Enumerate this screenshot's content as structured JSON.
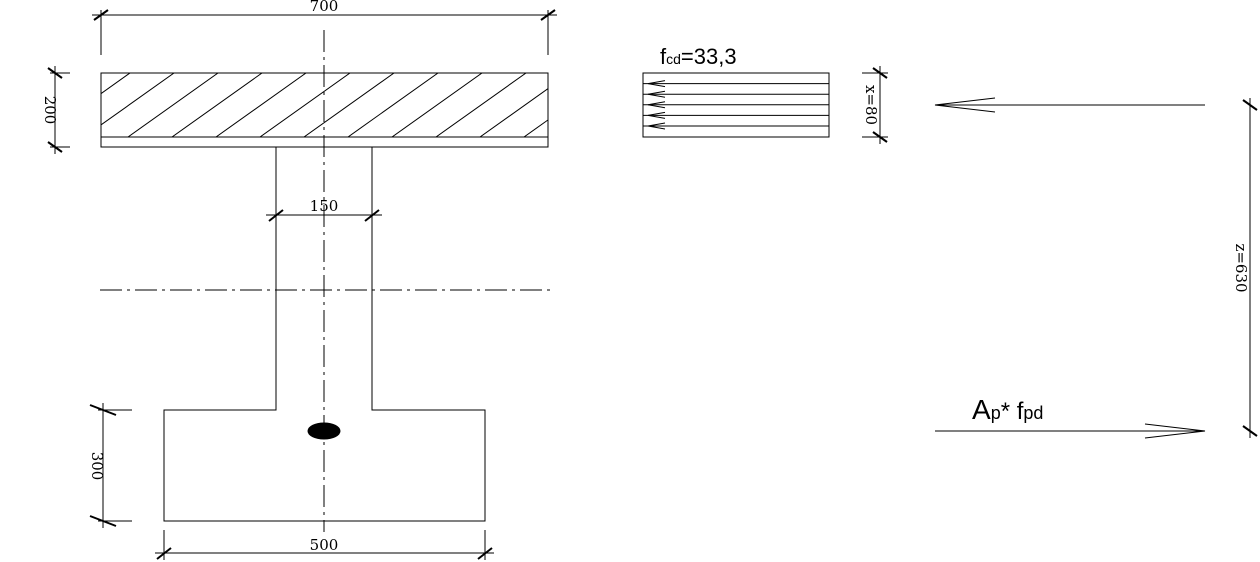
{
  "dimensions": {
    "flange_width": "700",
    "web_width": "150",
    "bottom_width": "500",
    "flange_height": "200",
    "bottom_height": "300",
    "compression_depth": "x=80",
    "lever_arm": "z=630"
  },
  "labels": {
    "fcd_main": "f",
    "fcd_sub": "cd",
    "fcd_value": "=33,3",
    "force_main": "A",
    "force_sub": "p",
    "force_mid": "* f",
    "force_sub2": "pd"
  },
  "colors": {
    "line": "#000000",
    "background": "#ffffff"
  }
}
